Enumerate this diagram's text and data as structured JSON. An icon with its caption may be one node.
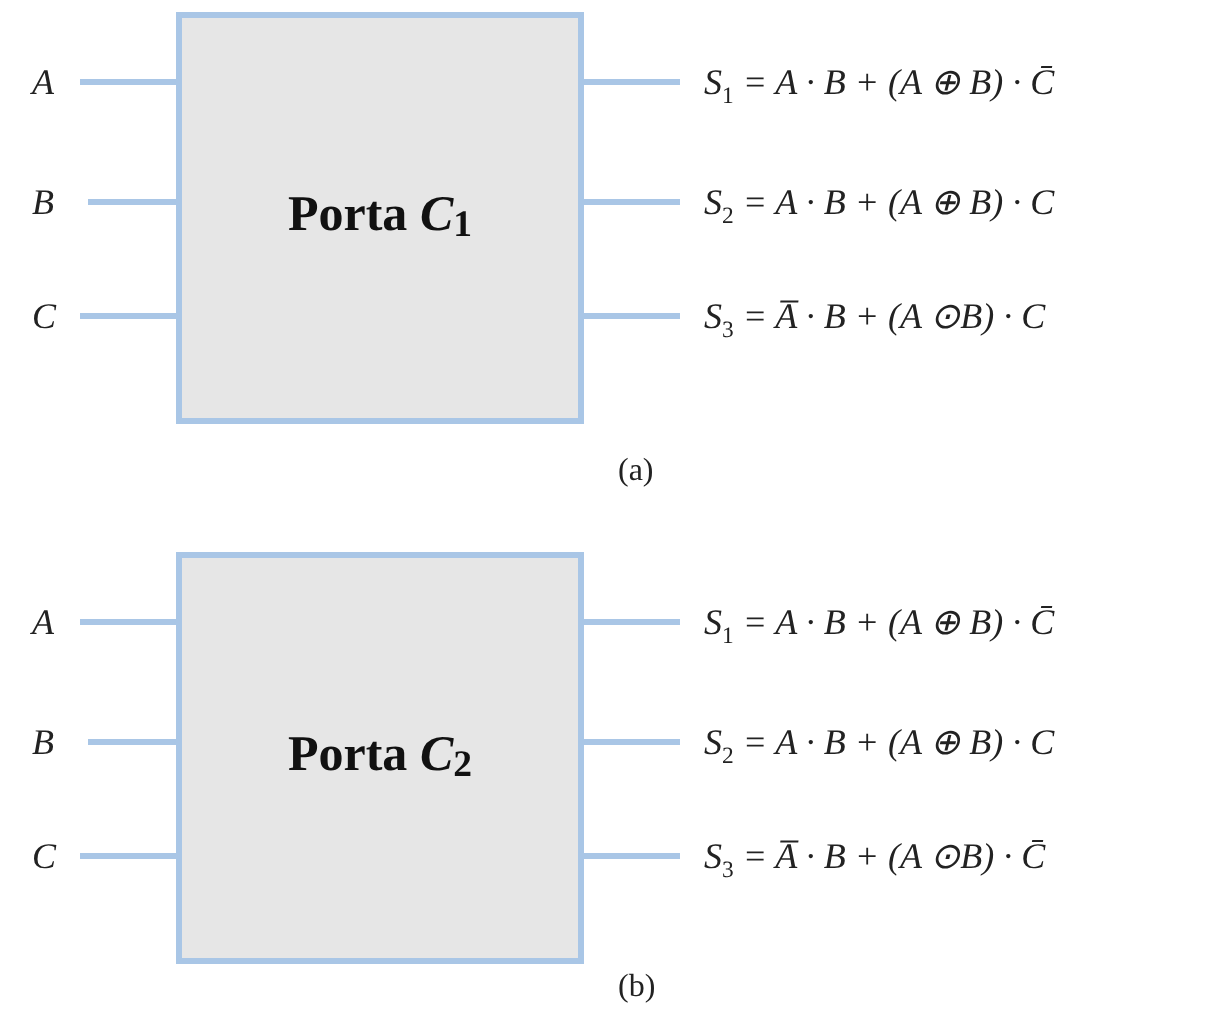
{
  "diagram": {
    "nodes": [
      {
        "text": [
          "Porta *C*$_{1}$"
        ]
      },
      {
        "text": [
          "A"
        ]
      },
      {
        "text": [
          "B"
        ]
      },
      {
        "text": [
          "C"
        ]
      },
      {
        "text": [
          "S$_{1}$ = A · B + (A ⊕ B) · C̄"
        ]
      },
      {
        "text": [
          "S$_{2}$ = A · B + (A ⊕ B) · C"
        ]
      },
      {
        "text": [
          "S$_{3}$ = A̅ · B +  (A ⊙B) · C"
        ]
      },
      {
        "text": [
          "Porta *C*$_{2}$"
        ]
      },
      {
        "text": [
          "A"
        ]
      },
      {
        "text": [
          "B"
        ]
      },
      {
        "text": [
          "C"
        ]
      },
      {
        "text": [
          "S$_{1}$ = A · B + (A ⊕ B) · C̄"
        ]
      },
      {
        "text": [
          "S$_{2}$ = A · B + (A ⊕ B) · C"
        ]
      },
      {
        "text": [
          "S$_{3}$ = A̅ · B +  (A ⊙B) · C̄"
        ]
      }
    ],
    "edges": [
      {
        "from": 1,
        "to": 0,
        "arrow": "none"
      },
      {
        "from": 2,
        "to": 0,
        "arrow": "none"
      },
      {
        "from": 3,
        "to": 0,
        "arrow": "none"
      },
      {
        "from": 0,
        "to": 4,
        "arrow": "none"
      },
      {
        "from": 0,
        "to": 5,
        "arrow": "none"
      },
      {
        "from": 0,
        "to": 6,
        "arrow": "none"
      },
      {
        "from": 8,
        "to": 7,
        "arrow": "none"
      },
      {
        "from": 9,
        "to": 7,
        "arrow": "none"
      },
      {
        "from": 10,
        "to": 7,
        "arrow": "none"
      },
      {
        "from": 7,
        "to": 11,
        "arrow": "none"
      },
      {
        "from": 7,
        "to": 12,
        "arrow": "none"
      },
      {
        "from": 7,
        "to": 13,
        "arrow": "none"
      }
    ],
    "labels": [
      "(a)",
      "(b)"
    ]
  }
}
